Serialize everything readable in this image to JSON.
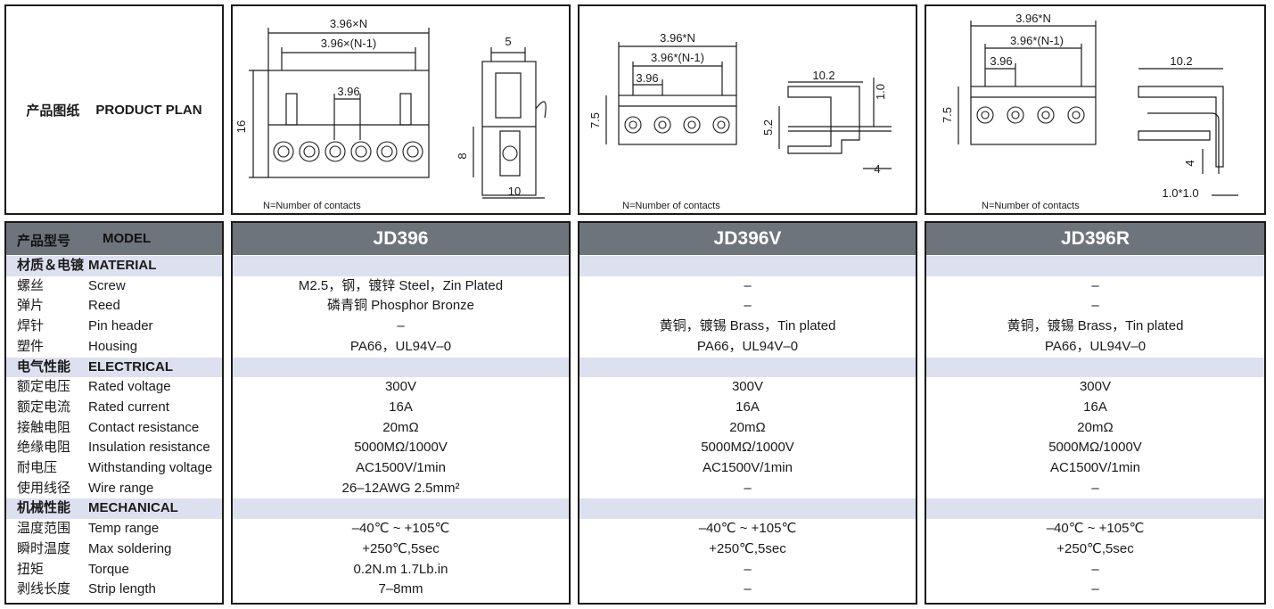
{
  "plan": {
    "zh": "产品图纸",
    "en": "PRODUCT PLAN"
  },
  "drawings": {
    "note": "N=Number of contacts",
    "jd396": {
      "w": "3.96×N",
      "w1": "3.96×(N-1)",
      "pitch": "3.96",
      "h": "16",
      "s_top": "5",
      "s_h": "8",
      "s_w": "10"
    },
    "jd396v": {
      "w": "3.96*N",
      "w1": "3.96*(N-1)",
      "pitch": "3.96",
      "h": "7.5",
      "s_w": "10.2",
      "s_t": "1.0",
      "s_h": "5.2",
      "s_b": "4"
    },
    "jd396r": {
      "w": "3.96*N",
      "w1": "3.96*(N-1)",
      "pitch": "3.96",
      "h": "7.5",
      "s_w": "10.2",
      "s_h": "4",
      "pin": "1.0*1.0"
    }
  },
  "model_header": {
    "zh": "产品型号",
    "en": "MODEL"
  },
  "models": [
    "JD396",
    "JD396V",
    "JD396R"
  ],
  "rows": [
    {
      "zh": "材质＆电镀",
      "en": "MATERIAL",
      "section": true,
      "values": [
        "",
        "",
        ""
      ]
    },
    {
      "zh": "螺丝",
      "en": "Screw",
      "values": [
        "M2.5，钢，镀锌 Steel，Zin Plated",
        "–",
        "–"
      ]
    },
    {
      "zh": "弹片",
      "en": "Reed",
      "values": [
        "磷青铜 Phosphor Bronze",
        "–",
        "–"
      ]
    },
    {
      "zh": "焊针",
      "en": "Pin header",
      "values": [
        "–",
        "黄铜，镀锡 Brass，Tin plated",
        "黄铜，镀锡 Brass，Tin plated"
      ]
    },
    {
      "zh": "塑件",
      "en": "Housing",
      "values": [
        "PA66，UL94V–0",
        "PA66，UL94V–0",
        "PA66，UL94V–0"
      ]
    },
    {
      "zh": "电气性能",
      "en": "ELECTRICAL",
      "section": true,
      "values": [
        "",
        "",
        ""
      ]
    },
    {
      "zh": "额定电压",
      "en": "Rated voltage",
      "values": [
        "300V",
        "300V",
        "300V"
      ]
    },
    {
      "zh": "额定电流",
      "en": "Rated current",
      "values": [
        "16A",
        "16A",
        "16A"
      ]
    },
    {
      "zh": "接触电阻",
      "en": "Contact resistance",
      "values": [
        "20mΩ",
        "20mΩ",
        "20mΩ"
      ]
    },
    {
      "zh": "绝缘电阻",
      "en": "Insulation resistance",
      "values": [
        "5000MΩ/1000V",
        "5000MΩ/1000V",
        "5000MΩ/1000V"
      ]
    },
    {
      "zh": "耐电压",
      "en": "Withstanding voltage",
      "values": [
        "AC1500V/1min",
        "AC1500V/1min",
        "AC1500V/1min"
      ]
    },
    {
      "zh": "使用线径",
      "en": "Wire range",
      "values": [
        "26–12AWG 2.5mm²",
        "–",
        "–"
      ]
    },
    {
      "zh": "机械性能",
      "en": "MECHANICAL",
      "section": true,
      "values": [
        "",
        "",
        ""
      ]
    },
    {
      "zh": "温度范围",
      "en": "Temp range",
      "values": [
        "–40℃ ~ +105℃",
        "–40℃ ~ +105℃",
        "–40℃ ~ +105℃"
      ]
    },
    {
      "zh": "瞬时温度",
      "en": "Max soldering",
      "values": [
        "+250℃,5sec",
        "+250℃,5sec",
        "+250℃,5sec"
      ]
    },
    {
      "zh": "扭矩",
      "en": "Torque",
      "values": [
        "0.2N.m 1.7Lb.in",
        "–",
        "–"
      ]
    },
    {
      "zh": "剥线长度",
      "en": "Strip length",
      "values": [
        "7–8mm",
        "–",
        "–"
      ]
    }
  ]
}
